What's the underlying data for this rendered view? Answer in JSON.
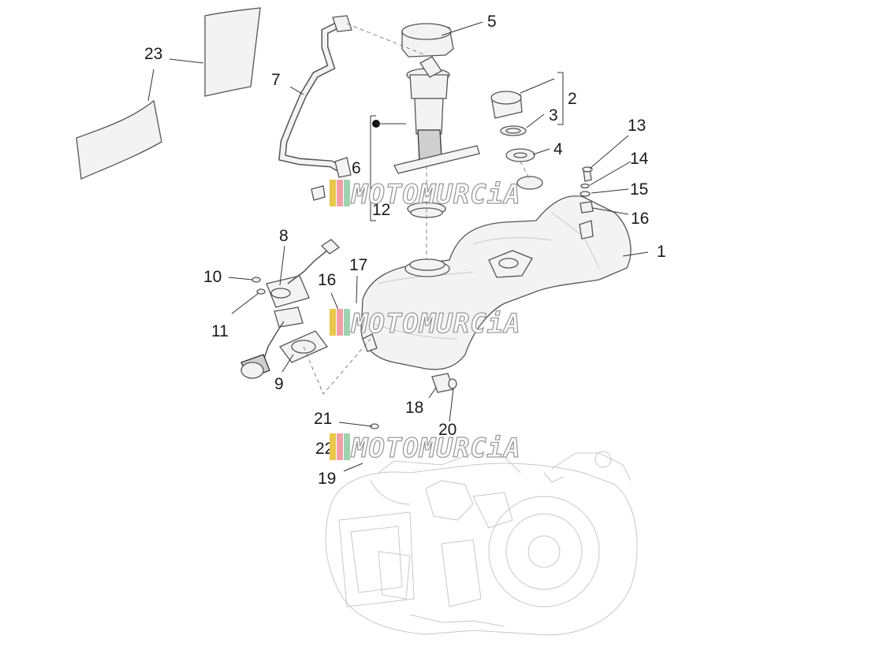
{
  "watermark": {
    "text": "MOTOMURCiA",
    "stripe_colors": [
      "#e8c74a",
      "#f2a0a6",
      "#9fd3b0"
    ]
  },
  "callouts": {
    "c1": "1",
    "c2": "2",
    "c3": "3",
    "c4": "4",
    "c5": "5",
    "c6": "6",
    "c7": "7",
    "c8": "8",
    "c9": "9",
    "c10": "10",
    "c11": "11",
    "c12": "12",
    "c13": "13",
    "c14": "14",
    "c15": "15",
    "c16a": "16",
    "c16b": "16",
    "c17": "17",
    "c18": "18",
    "c19": "19",
    "c20": "20",
    "c21": "21",
    "c22": "22",
    "c23": "23"
  }
}
